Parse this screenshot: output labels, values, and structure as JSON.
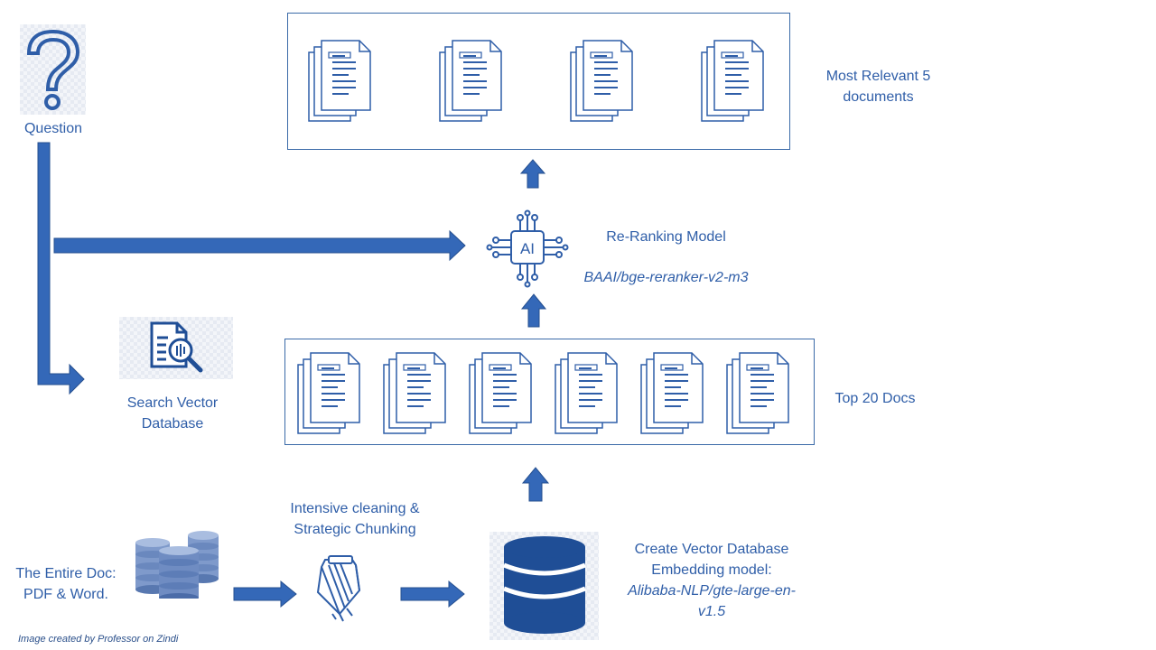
{
  "question": {
    "label": "Question"
  },
  "most_relevant": {
    "label": "Most Relevant 5 documents",
    "doc_count": 4
  },
  "reranker": {
    "title": "Re-Ranking Model",
    "model": "BAAI/bge-reranker-v2-m3",
    "ai_badge": "AI"
  },
  "search": {
    "label": "Search Vector Database"
  },
  "top_docs": {
    "label": "Top 20 Docs",
    "doc_count": 6
  },
  "source": {
    "label": "The Entire Doc: PDF & Word."
  },
  "cleaning": {
    "label": "Intensive cleaning & Strategic Chunking"
  },
  "vector_db": {
    "line1": "Create Vector Database",
    "line2": "Embedding model:",
    "model": "Alibaba-NLP/gte-large-en-v1.5"
  },
  "credit": "Image created by Professor on Zindi",
  "colors": {
    "accent": "#2f5ea8",
    "arrow_fill": "#3468b8",
    "dark_blue": "#1f4e96"
  },
  "icons": [
    "question-mark-icon",
    "document-stack-icon",
    "ai-chip-icon",
    "search-document-icon",
    "database-cluster-icon",
    "chunking-icon",
    "database-icon"
  ]
}
